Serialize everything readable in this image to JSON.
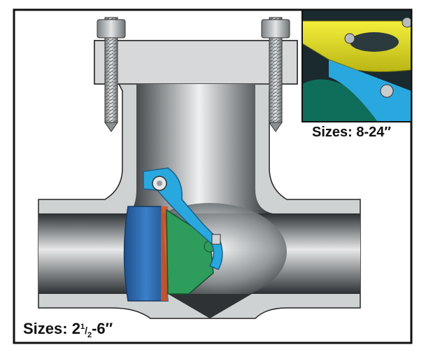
{
  "main_figure": {
    "size_prefix": "Sizes: 2",
    "size_fraction_num": "1",
    "size_fraction_sep": "/",
    "size_fraction_den": "2",
    "size_suffix": "-6″"
  },
  "inset_figure": {
    "size_label": "Sizes: 8-24″"
  },
  "colors": {
    "frame": "#111111",
    "body_gray": "#cfd2d3",
    "bore_dark": "#3b3f42",
    "seat_blue": "#2f6fb5",
    "disc_green": "#2e9c5a",
    "arm_cyan": "#29a8df",
    "inset_yellow": "#e8e41f"
  }
}
